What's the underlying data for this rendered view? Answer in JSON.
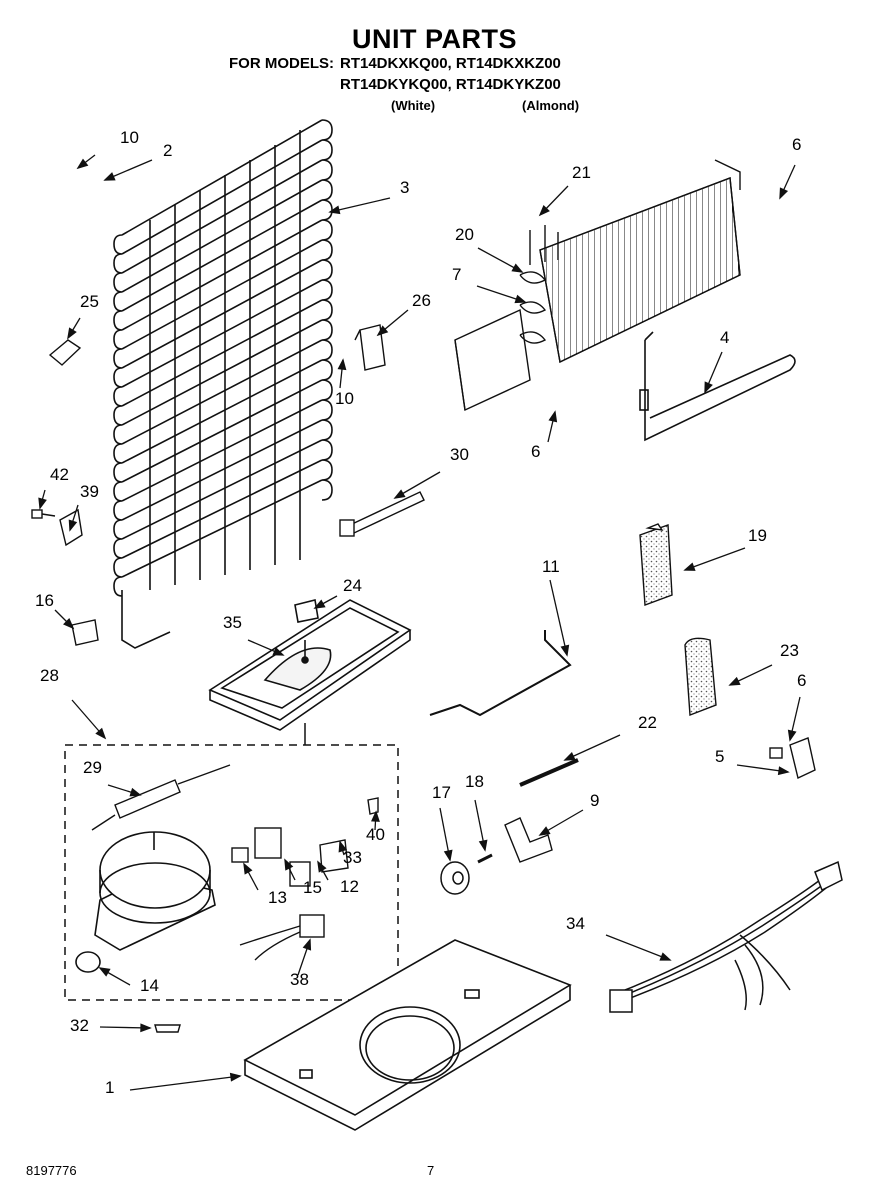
{
  "header": {
    "title": "UNIT PARTS",
    "models_prefix": "FOR MODELS:",
    "models_line1": "RT14DKXKQ00, RT14DKXKZ00",
    "models_line2": "RT14DKYKQ00, RT14DKYKZ00",
    "color_white": "(White)",
    "color_almond": "(Almond)"
  },
  "footer": {
    "doc_number": "8197776",
    "page_number": "7"
  },
  "callouts": [
    "10",
    "2",
    "3",
    "6",
    "21",
    "20",
    "7",
    "25",
    "26",
    "4",
    "10",
    "6",
    "30",
    "42",
    "39",
    "19",
    "24",
    "11",
    "16",
    "35",
    "23",
    "6",
    "28",
    "22",
    "5",
    "29",
    "18",
    "9",
    "17",
    "40",
    "33",
    "12",
    "15",
    "13",
    "34",
    "14",
    "38",
    "32",
    "1"
  ]
}
